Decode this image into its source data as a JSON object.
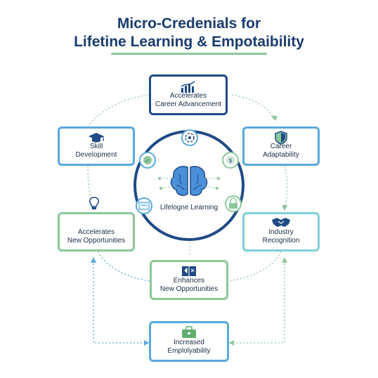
{
  "title": {
    "line1": "Micro-Credenials for",
    "line2": "Lifetine Learning & Empotaibility"
  },
  "center": {
    "label": "Lifelogne Learning"
  },
  "boxes": {
    "top": {
      "line1": "Accelerates",
      "line2": "Career Advancement"
    },
    "left_top": {
      "line1": "Skill",
      "line2": "Development"
    },
    "right_top": {
      "line1": "Career",
      "line2": "Adaptability"
    },
    "left_bottom": {
      "line1": "Accelerates",
      "line2": "New Opportunities"
    },
    "right_bottom": {
      "line1": "Industry",
      "line2": "Recognition"
    },
    "bottom": {
      "line1": "Enhances",
      "line2": "New Opportunities"
    },
    "footer": {
      "line1": "Increased",
      "line2": "Emplolyability"
    }
  },
  "colors": {
    "navy": "#1f4a86",
    "blue": "#5aa8db",
    "green": "#8cc79a",
    "teal": "#7fd0d8",
    "title": "#1a3c6e"
  },
  "icons": {
    "top": "growth-chart-icon",
    "left_top": "graduation-cap-icon",
    "right_top": "shield-icon",
    "left_bottom": "lightbulb-icon",
    "right_bottom": "handshake-icon",
    "bottom": "book-icon",
    "footer": "briefcase-icon",
    "center": "brain-icon"
  }
}
